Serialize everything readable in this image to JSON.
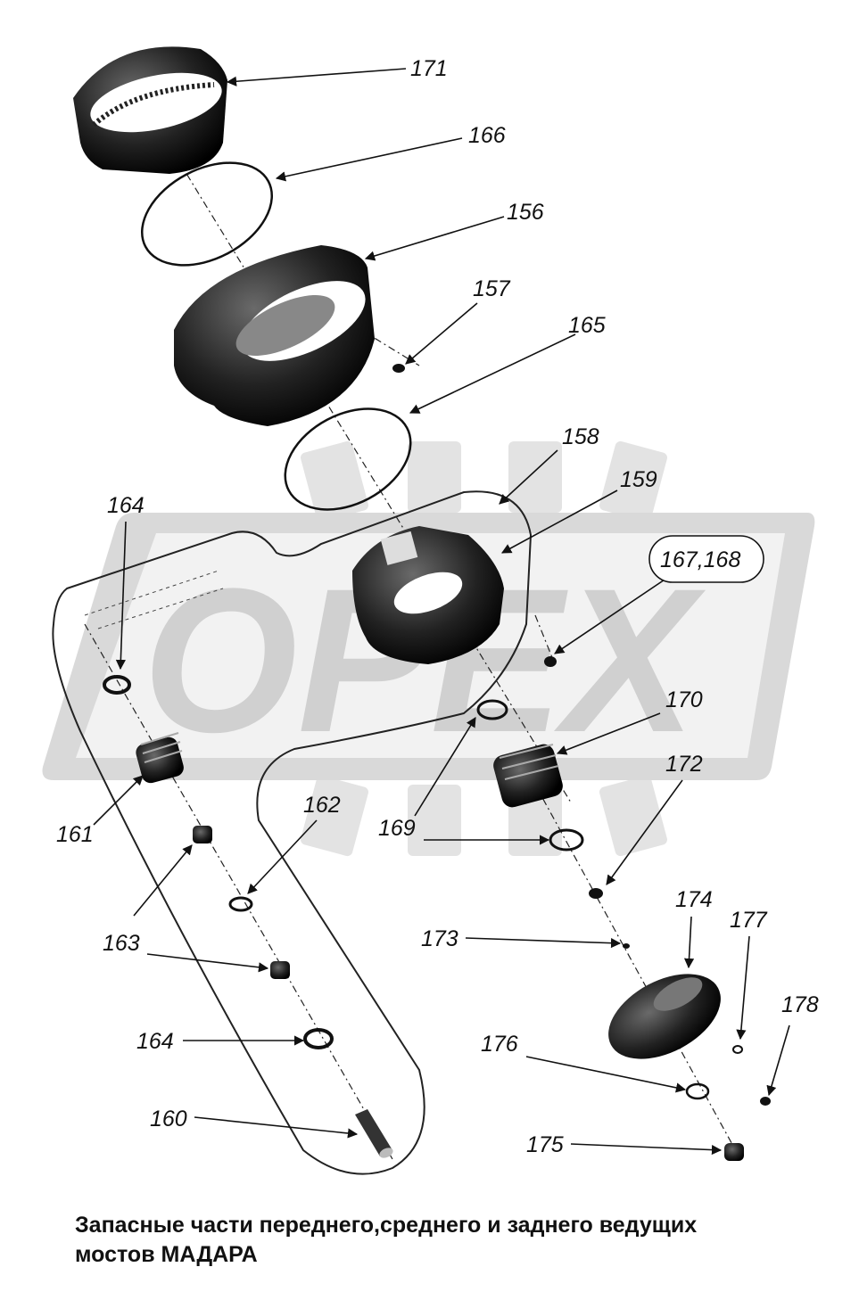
{
  "watermark": {
    "text": "OPEX",
    "color": "#d9d9d9"
  },
  "colors": {
    "ink": "#111111",
    "part_dark": "#1a1a1a",
    "part_mid": "#555555",
    "watermark": "#d9d9d9"
  },
  "callouts": {
    "c171": "171",
    "c166": "166",
    "c156": "156",
    "c157": "157",
    "c165": "165",
    "c158": "158",
    "c159": "159",
    "c164a": "164",
    "c167": "167,168",
    "c170": "170",
    "c161": "161",
    "c162": "162",
    "c169": "169",
    "c172": "172",
    "c163": "163",
    "c173": "173",
    "c174": "174",
    "c177": "177",
    "c178": "178",
    "c164b": "164",
    "c176": "176",
    "c160": "160",
    "c175": "175"
  },
  "caption": {
    "line1": "Запасные части переднего,среднего и заднего ведущих",
    "line2": "мостов МАДАРА"
  }
}
